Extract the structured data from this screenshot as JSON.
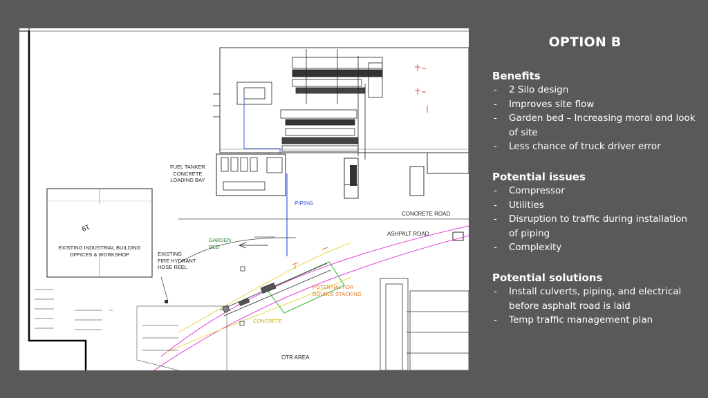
{
  "plan": {
    "labels": {
      "fuel_tanker": "FUEL TANKER\nCONCRETE\nLOADING BAY",
      "piping": "PIPING",
      "concrete_road": "CONCRETE ROAD",
      "asphalt_road": "ASHPALT ROAD",
      "garden_bed": "GARDEN\nBED",
      "building_number": "19",
      "existing_building": "EXISTING INDUSTRIAL BUILDING\nOFFICES & WORKSHOP",
      "fire_hydrant": "EXISTING\nFIRE HYDRANT\nHOSE REEL",
      "potential_stacking": "POTENTIAL FOR\nDOUBLE STACKING",
      "concrete": "CONCRETE",
      "otr_area": "OTR AREA"
    },
    "colors": {
      "piping": "#3b5bdb",
      "garden": "#2fb52f",
      "road": "#e040d8",
      "concrete": "#e6d84a",
      "potential": "#e8781b",
      "truck": "#d94848"
    }
  },
  "panel": {
    "title": "OPTION B",
    "sections": [
      {
        "heading": "Benefits",
        "items": [
          "2 Silo design",
          "Improves site flow",
          "Garden bed – Increasing moral and look of site",
          "Less chance of truck driver error"
        ]
      },
      {
        "heading": "Potential issues",
        "items": [
          "Compressor",
          "Utilities",
          "Disruption to traffic during installation of piping",
          "Complexity"
        ]
      },
      {
        "heading": "Potential solutions",
        "items": [
          "Install culverts, piping, and electrical before asphalt road is laid",
          "Temp traffic management plan"
        ]
      }
    ]
  }
}
